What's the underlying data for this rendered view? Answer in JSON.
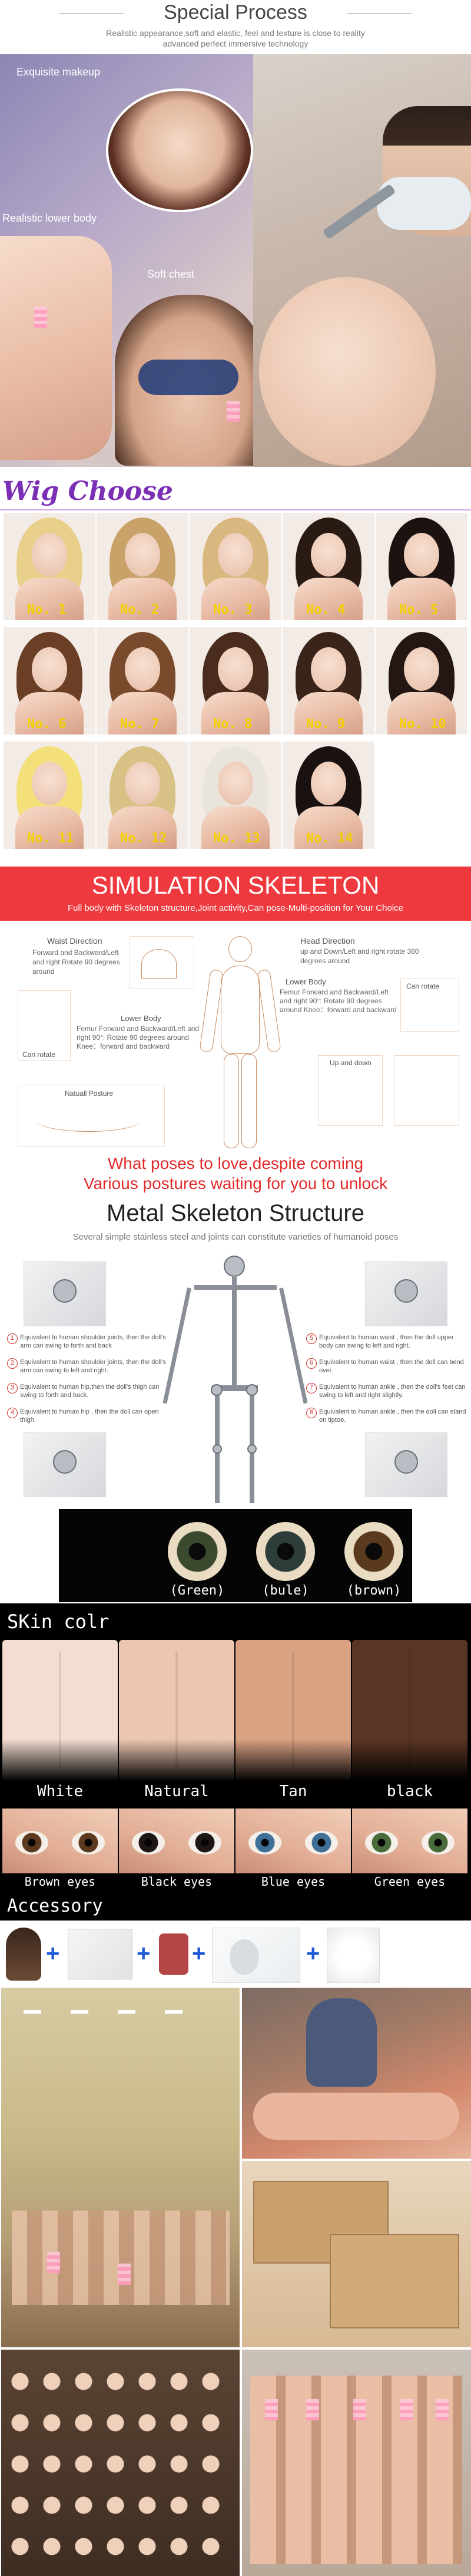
{
  "special_process": {
    "title": "Special Process",
    "subtitle_line1": "Realistic appearance,soft and elastic, feel and texture is close to reality",
    "subtitle_line2": "advanced perfect immersive technology",
    "label_makeup": "Exquisite makeup",
    "label_lower_body": "Realistic lower body",
    "label_chest": "Soft chest"
  },
  "wig": {
    "title": "Wig Choose",
    "items": [
      {
        "label": "No. 1",
        "hair": "#e8cf8a"
      },
      {
        "label": "No. 2",
        "hair": "#c9a26a"
      },
      {
        "label": "No. 3",
        "hair": "#d9b880"
      },
      {
        "label": "No. 4",
        "hair": "#2a1a14"
      },
      {
        "label": "No. 5",
        "hair": "#1c1210"
      },
      {
        "label": "No. 6",
        "hair": "#6b3f26"
      },
      {
        "label": "No. 7",
        "hair": "#7a4a2c"
      },
      {
        "label": "No. 8",
        "hair": "#4a2c1e"
      },
      {
        "label": "No. 9",
        "hair": "#3a241a"
      },
      {
        "label": "No. 10",
        "hair": "#241612"
      },
      {
        "label": "No. 11",
        "hair": "#f3e07a"
      },
      {
        "label": "No. 12",
        "hair": "#d8c184"
      },
      {
        "label": "No. 13",
        "hair": "#e9e4dc"
      },
      {
        "label": "No. 14",
        "hair": "#1a1210"
      }
    ]
  },
  "skeleton": {
    "banner_title": "SIMULATION SKELETON",
    "banner_sub": "Full body with Skeleton structure,Joint activity,Can pose-Multi-position for Your Choice",
    "waist_title": "Waist Direction",
    "waist_text": "Forward and Backward/Left and right Rotate 90 degrees around",
    "head_title": "Head Direction",
    "head_text": "up and Down/Left and right rotate 360 degrees around",
    "lower_body_title": "Lower Body",
    "lower_body_text": "Femur Forward and Backward/Left and right 90°: Rotate 90 degrees around Knee：forward and backward",
    "lower_body_title2": "Lower Body",
    "lower_body_text2": "Femur Forward and Backward/Left and right 90°: Rotate 90 degrees around Knee：forward and backward",
    "can_rotate": "Can rotate",
    "can_rotate2": "Can rotate",
    "up_down": "Up and down",
    "natural_posture": "Natuall Posture",
    "tagline1": "What poses to love,despite coming",
    "tagline2": "Various postures waiting for you to unlock"
  },
  "metal": {
    "title": "Metal Skeleton Structure",
    "subtitle": "Several simple stainless steel and joints can constitute varieties of humanoid poses",
    "notes_left": [
      {
        "num": "1",
        "text": "Equivalent to human shoulder joints, then the doll's arm can swing to forth and back"
      },
      {
        "num": "2",
        "text": "Equivalent to human shoulder joints, then the doll's arm can swing to left and right."
      },
      {
        "num": "3",
        "text": "Equivalent to human hip,then the doll's thigh can swing to forth and back."
      },
      {
        "num": "4",
        "text": "Equivalent to human hip , then the doll can open thigh."
      }
    ],
    "notes_right": [
      {
        "num": "5",
        "text": "Equivalent to human waist , then the doll upper body can swing to left and right."
      },
      {
        "num": "6",
        "text": "Equivalent to human waist , then the doll can bend over."
      },
      {
        "num": "7",
        "text": "Equivalent to human ankle , then the doll's feet can swing to left and right slightly."
      },
      {
        "num": "8",
        "text": "Equivalent to human ankle , then the doll can stand on tiptoe."
      }
    ]
  },
  "eyes_colors": {
    "items": [
      {
        "label": "(Green)",
        "iris": "#3b4a2e"
      },
      {
        "label": "(bule)",
        "iris": "#2d3e3a"
      },
      {
        "label": "(brown)",
        "iris": "#5a3a1e"
      }
    ]
  },
  "skin": {
    "title": "SKin colr",
    "items": [
      {
        "label": "White",
        "tone": "#f3ddd0"
      },
      {
        "label": "Natural",
        "tone": "#ecc6b0"
      },
      {
        "label": "Tan",
        "tone": "#d9a283"
      },
      {
        "label": "black",
        "tone": "#5a3524"
      }
    ]
  },
  "eye_closeups": {
    "items": [
      {
        "label": "Brown eyes",
        "iris": "#5b3a20"
      },
      {
        "label": "Black eyes",
        "iris": "#1e1714"
      },
      {
        "label": "Blue eyes",
        "iris": "#3f6f96"
      },
      {
        "label": "Green eyes",
        "iris": "#4a6b3a"
      }
    ]
  },
  "accessory": {
    "title": "Accessory",
    "plus": "+"
  }
}
